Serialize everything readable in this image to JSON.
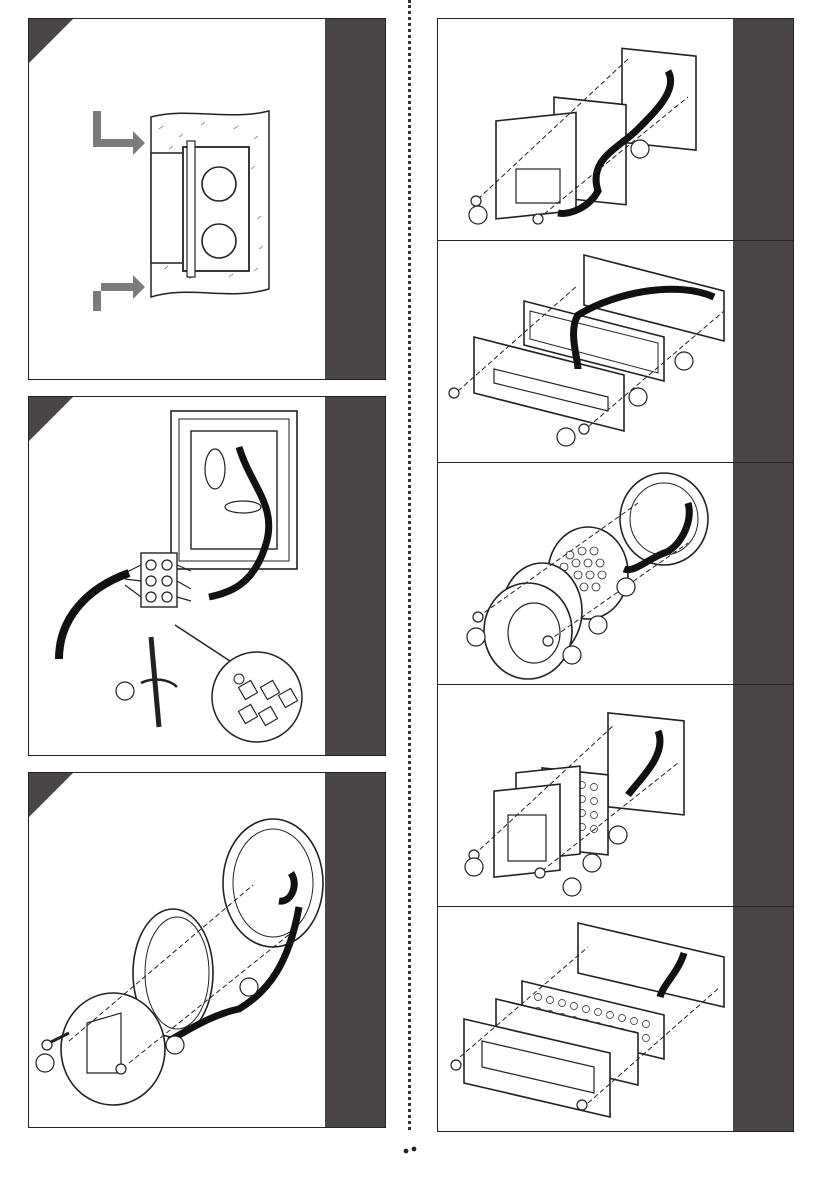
{
  "document": {
    "type": "installation-instructions",
    "left_column_steps": [
      "recess-box-in-wall",
      "wire-terminal-connection",
      "round-fixture-assembly"
    ],
    "right_column_variants": [
      "square-louvre",
      "rectangular-slot",
      "round-led-grid",
      "square-led-grid",
      "rectangular-led-grid"
    ]
  },
  "colors": {
    "band": "#4a4648",
    "line": "#1a1a1a",
    "arrow": "#7d7a7b"
  }
}
